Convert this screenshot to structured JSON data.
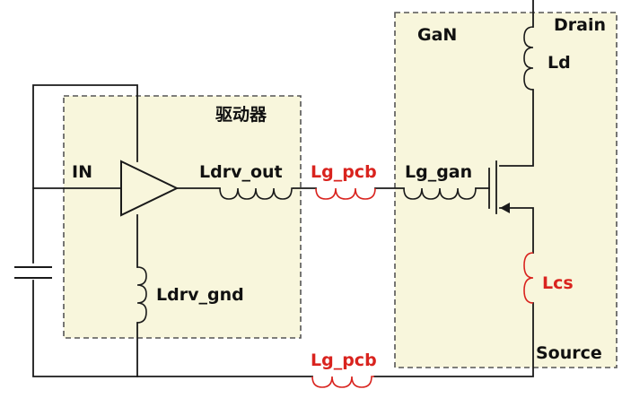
{
  "diagram": {
    "boxes": {
      "driver_title": "驱动器",
      "gan_title": "GaN"
    },
    "labels": {
      "in": "IN",
      "ldrv_out": "Ldrv_out",
      "ldrv_gnd": "Ldrv_gnd",
      "lg_pcb_top": "Lg_pcb",
      "lg_pcb_bottom": "Lg_pcb",
      "lg_gan": "Lg_gan",
      "ld": "Ld",
      "lcs": "Lcs",
      "drain": "Drain",
      "source": "Source"
    },
    "colors": {
      "box_fill": "#f8f6dc",
      "box_border": "#555555",
      "wire": "#1a1a1a",
      "text_black": "#111111",
      "parasitic_red": "#d9231e"
    }
  }
}
